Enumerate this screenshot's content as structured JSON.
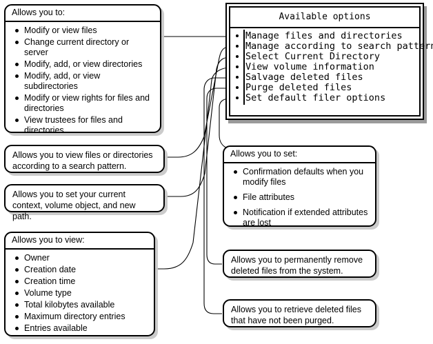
{
  "diagram": {
    "title": "Available options",
    "options_window": {
      "title": "Available options",
      "items": [
        {
          "label": "Manage files and directories"
        },
        {
          "label": "Manage according to search pattern"
        },
        {
          "label": "Select Current Directory"
        },
        {
          "label": "View volume information"
        },
        {
          "label": "Salvage deleted files"
        },
        {
          "label": "Purge deleted files"
        },
        {
          "label": "Set default filer options"
        }
      ]
    },
    "callouts": [
      {
        "id": "manage-files",
        "header": "Allows you to:",
        "items": [
          "Modify or view files",
          "Change current directory or server",
          "Modify, add, or view directories",
          "Modify, add, or view subdirectories",
          "Modify or view rights for files and directories",
          "View trustees for files and directories"
        ]
      },
      {
        "id": "search-pattern",
        "text": "Allows you to view files or directories according to a search pattern."
      },
      {
        "id": "current-directory",
        "text": "Allows you to set your current context, volume object, and new path."
      },
      {
        "id": "volume-information",
        "header": "Allows you to view:",
        "items": [
          "Owner",
          "Creation date",
          "Creation time",
          "Volume type",
          "Total kilobytes available",
          "Maximum directory entries",
          "Entries available"
        ]
      },
      {
        "id": "default-filer-options",
        "header": "Allows you to set:",
        "items": [
          "Confirmation defaults when you modify files",
          "File attributes",
          "Notification if extended attributes are lost"
        ]
      },
      {
        "id": "purge-deleted",
        "text": "Allows you to permanently remove deleted files from the system."
      },
      {
        "id": "salvage-deleted",
        "text": "Allows you to retrieve deleted files that have not been purged."
      }
    ],
    "colors": {
      "background": "#ffffff",
      "line": "#000000",
      "shadow": "#c8c8c8",
      "window_shadow": "#9a9a9a"
    }
  }
}
